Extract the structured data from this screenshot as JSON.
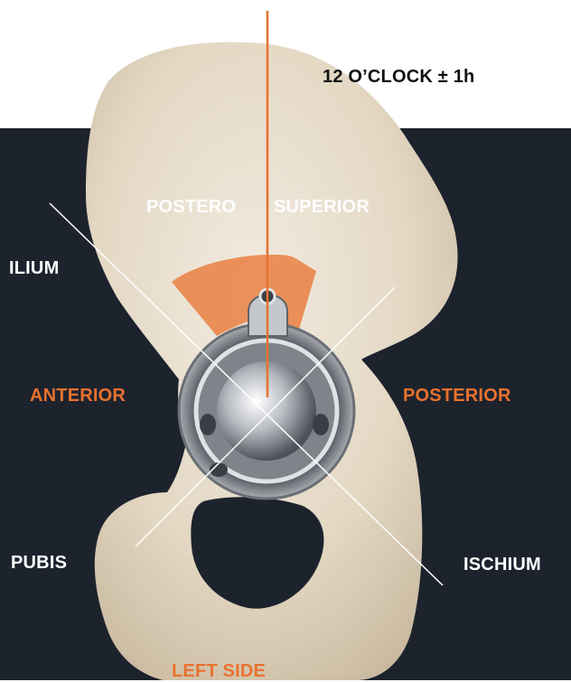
{
  "labels": {
    "clock": "12 O’CLOCK ± 1h",
    "postero": "POSTERO",
    "superior": "SUPERIOR",
    "ilium": "ILIUM",
    "anterior": "ANTERIOR",
    "posterior": "POSTERIOR",
    "pubis": "PUBIS",
    "ischium": "ISCHIUM",
    "side": "LEFT SIDE"
  },
  "colors": {
    "background_dark": "#1d232d",
    "background_light": "#ffffff",
    "accent": "#e8712e",
    "bone": "#e6dccb",
    "metal": "#b9bdc3"
  }
}
